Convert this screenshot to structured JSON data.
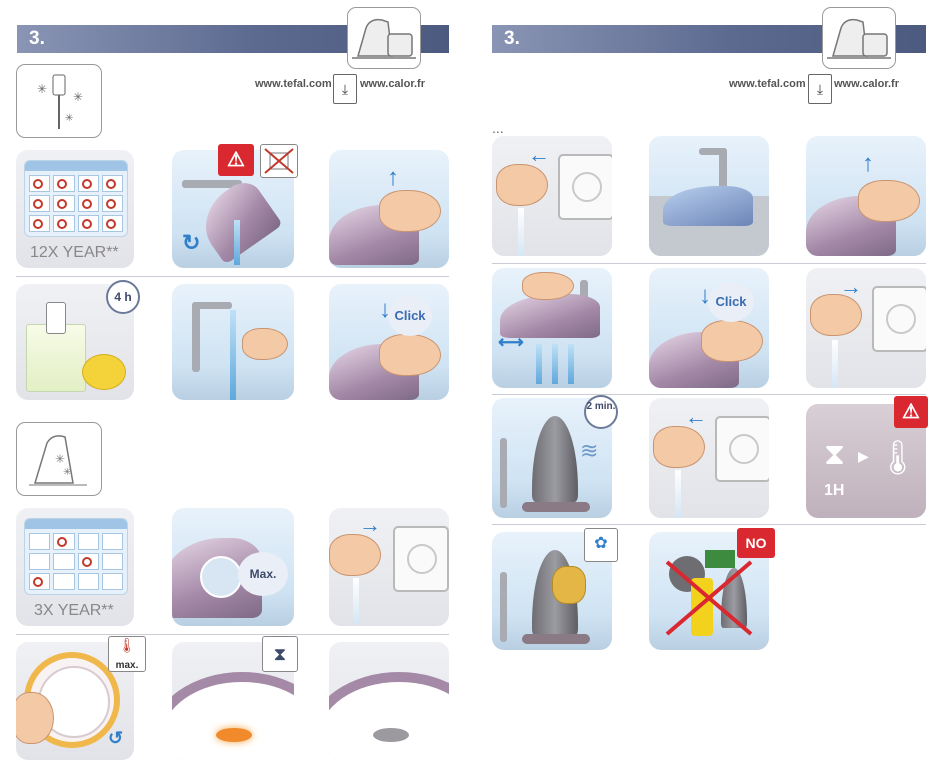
{
  "left": {
    "section_number": "3.",
    "url_tefal": "www.tefal.com",
    "url_calor": "www.calor.fr",
    "freq_1": "12X YEAR**",
    "freq_2": "3X YEAR**",
    "soak_time": "4 h",
    "click_label": "Click",
    "max_fill_label": "Max.",
    "max_temp_label": "max."
  },
  "right": {
    "section_number": "3.",
    "url_tefal": "www.tefal.com",
    "url_calor": "www.calor.fr",
    "ellipsis": "...",
    "click_label": "Click",
    "wait_time": "2 min.",
    "cool_time": "1H",
    "no_label": "NO"
  },
  "icons": {
    "warning": "warning-icon",
    "no_tap_water": "crossed-out-icon",
    "download": "download-icon",
    "hourglass": "hourglass-icon",
    "thermometer": "thermometer-icon",
    "sponge": "sponge-icon"
  },
  "colors": {
    "header_bar": "#5d6a90",
    "warning_red": "#d9282f",
    "water_blue": "#2f7fc9"
  }
}
